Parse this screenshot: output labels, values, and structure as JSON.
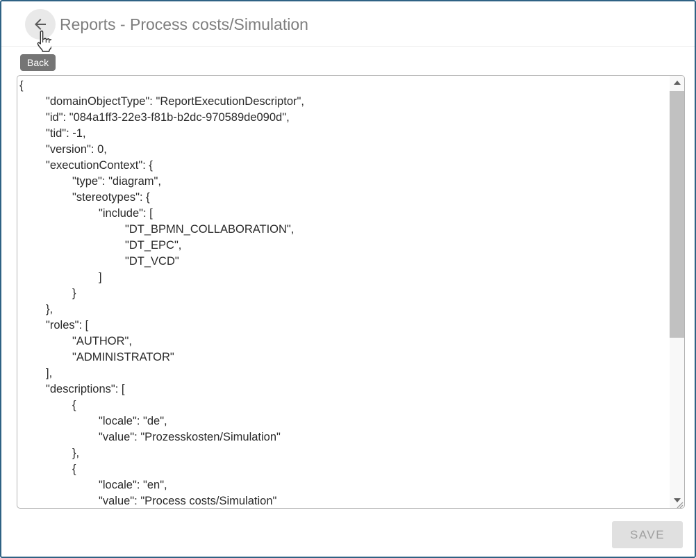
{
  "header": {
    "title": "Reports - Process costs/Simulation",
    "back_tooltip": "Back"
  },
  "editor": {
    "json_lines": [
      "{",
      "\t\"domainObjectType\": \"ReportExecutionDescriptor\",",
      "\t\"id\": \"084a1ff3-22e3-f81b-b2dc-970589de090d\",",
      "\t\"tid\": -1,",
      "\t\"version\": 0,",
      "\t\"executionContext\": {",
      "\t\t\"type\": \"diagram\",",
      "\t\t\"stereotypes\": {",
      "\t\t\t\"include\": [",
      "\t\t\t\t\"DT_BPMN_COLLABORATION\",",
      "\t\t\t\t\"DT_EPC\",",
      "\t\t\t\t\"DT_VCD\"",
      "\t\t\t]",
      "\t\t}",
      "\t},",
      "\t\"roles\": [",
      "\t\t\"AUTHOR\",",
      "\t\t\"ADMINISTRATOR\"",
      "\t],",
      "\t\"descriptions\": [",
      "\t\t{",
      "\t\t\t\"locale\": \"de\",",
      "\t\t\t\"value\": \"Prozesskosten/Simulation\"",
      "\t\t},",
      "\t\t{",
      "\t\t\t\"locale\": \"en\",",
      "\t\t\t\"value\": \"Process costs/Simulation\""
    ]
  },
  "footer": {
    "save_label": "SAVE"
  },
  "icons": {
    "back": "left-arrow",
    "scroll_up": "triangle-up",
    "scroll_down": "triangle-down",
    "mouse_cursor": "hand-pointer",
    "resize": "diagonal-grip"
  },
  "colors": {
    "frame_border": "#2f6284",
    "title_text": "#7e7e7e",
    "tooltip_bg": "#757575",
    "editor_border": "#b3b3b3",
    "code_text": "#2a2a2a",
    "scrollbar_track": "#f8f8f8",
    "scrollbar_thumb": "#c1c1c1",
    "save_button_bg": "#e0e0e0",
    "save_button_text": "#9f9f9f"
  }
}
